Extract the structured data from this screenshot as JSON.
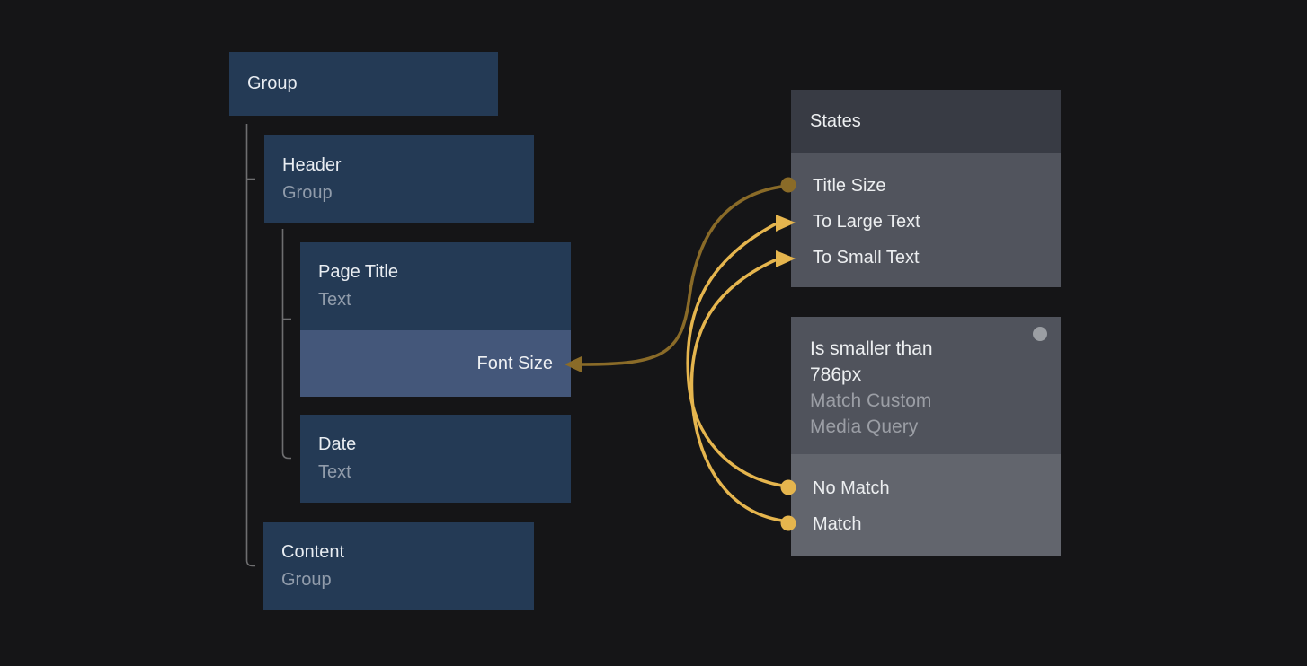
{
  "tree": {
    "nodes": [
      {
        "title": "Group",
        "subtitle": ""
      },
      {
        "title": "Header",
        "subtitle": "Group"
      },
      {
        "title": "Page Title",
        "subtitle": "Text",
        "override_label": "Font Size"
      },
      {
        "title": "Date",
        "subtitle": "Text"
      },
      {
        "title": "Content",
        "subtitle": "Group"
      }
    ]
  },
  "states_panel": {
    "title": "States",
    "items": [
      {
        "label": "Title Size"
      },
      {
        "label": "To Large Text"
      },
      {
        "label": "To Small Text"
      }
    ]
  },
  "media_query_panel": {
    "title_lines": [
      "Is smaller than",
      "786px"
    ],
    "subtitle_lines": [
      "Match Custom",
      "Media Query"
    ],
    "items": [
      {
        "label": "No Match"
      },
      {
        "label": "Match"
      }
    ]
  },
  "connections": [
    {
      "from": "Title Size",
      "to": "Font Size",
      "color": "#8a6b28"
    },
    {
      "from": "No Match",
      "to": "To Large Text",
      "color": "#e5b54e"
    },
    {
      "from": "Match",
      "to": "To Small Text",
      "color": "#e5b54e"
    }
  ],
  "colors": {
    "background": "#151517",
    "node_fill": "#243a55",
    "node_override_fill": "#44577a",
    "node_title_text": "#e9edf2",
    "node_subtitle_text": "#919cab",
    "states_header_fill": "#383b44",
    "states_body_fill": "#51545d",
    "mq_header_fill": "#50535c",
    "mq_body_fill": "#62656d",
    "accent_gold": "#e5b54e",
    "accent_olive": "#8a6b28",
    "tree_line": "#6e6e70",
    "status_dot": "#9b9ea3"
  }
}
